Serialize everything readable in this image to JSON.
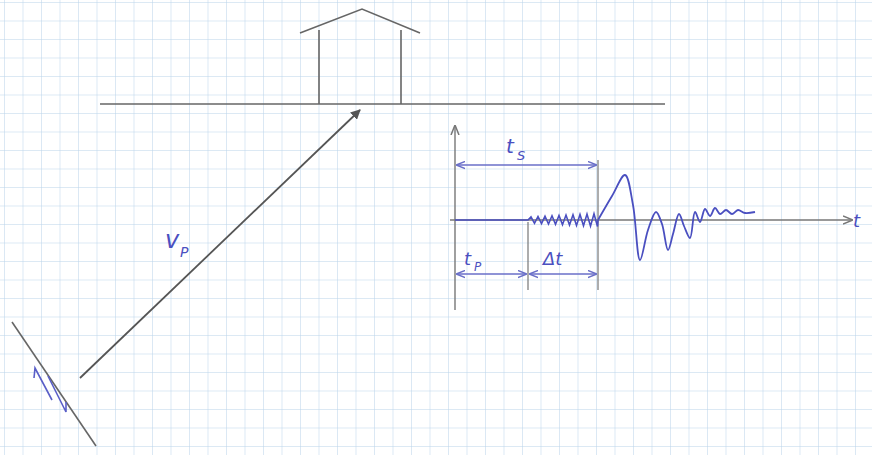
{
  "diagram": {
    "labels": [
      "v",
      "P",
      "t",
      "S",
      "t",
      "P",
      "Δt",
      "t"
    ]
  }
}
